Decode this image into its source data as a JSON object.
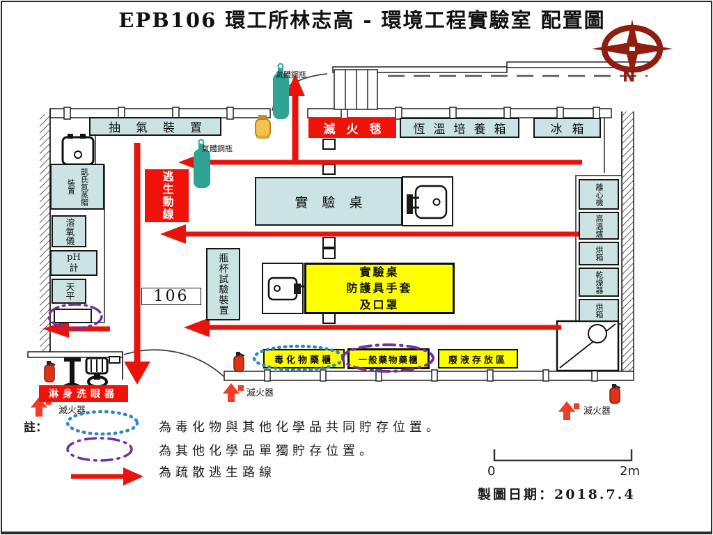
{
  "title": "EPB106 環工所林志高 - 環境工程實驗室 配置圖",
  "compass_n": "N",
  "boxes": {
    "fume_hood": "抽氣裝置",
    "fire_blanket": "滅火毯",
    "incubator": "恆溫培養箱",
    "fridge": "冰箱",
    "kjeldahl_right": "凱氏氮蒸餾",
    "kjeldahl_left": "裝置",
    "do_meter": "溶氧儀",
    "ph_meter": "pH\n計",
    "balance": "天平",
    "escape_route": "逃生動線",
    "lab_bench": "實驗桌",
    "jar_test": "瓶杯試驗裝置",
    "room_number": "106",
    "ppe_notice": "實驗桌\n防護具手套\n及口罩",
    "centrifuge": "離心機",
    "furnace": "高溫爐",
    "oven_top": "烘箱",
    "dryer": "乾燥器",
    "oven_bottom": "烘箱",
    "toxic_cabinet": "毒化物藥櫃",
    "general_cabinet": "一般藥物藥櫃",
    "waste_storage": "廢液存放區",
    "shower_eyewash": "淋身洗眼器"
  },
  "labels": {
    "gas_cylinder_top": "氣體鋼瓶",
    "gas_cylinder_mid": "氣體鋼瓶",
    "ext_left": "滅火器",
    "ext_center": "滅火器",
    "ext_right": "滅火器"
  },
  "legend": {
    "note": "註：",
    "items": [
      {
        "symbol": "blue-dotted-ellipse",
        "text": "為毒化物與其他化學品共同貯存位置。"
      },
      {
        "symbol": "purple-dashdot-ellipse",
        "text": "為其他化學品單獨貯存位置。"
      },
      {
        "symbol": "red-arrow",
        "text": "為疏散逃生路線"
      }
    ]
  },
  "scale": {
    "zero": "0",
    "max": "2m"
  },
  "footer": {
    "date": "製圖日期：2018.7.4"
  },
  "colors": {
    "equipment_fill": "#cbe3e3",
    "alert_red": "#ee1209",
    "arrow_red": "#e8140c",
    "highlight_yellow": "#ffff00",
    "toxic_ellipse_blue": "#2f86c8",
    "chemical_ellipse_purple": "#7030a0",
    "compass_dark_red": "#8e1f10",
    "gas_cylinder_teal": "#2fa495"
  }
}
